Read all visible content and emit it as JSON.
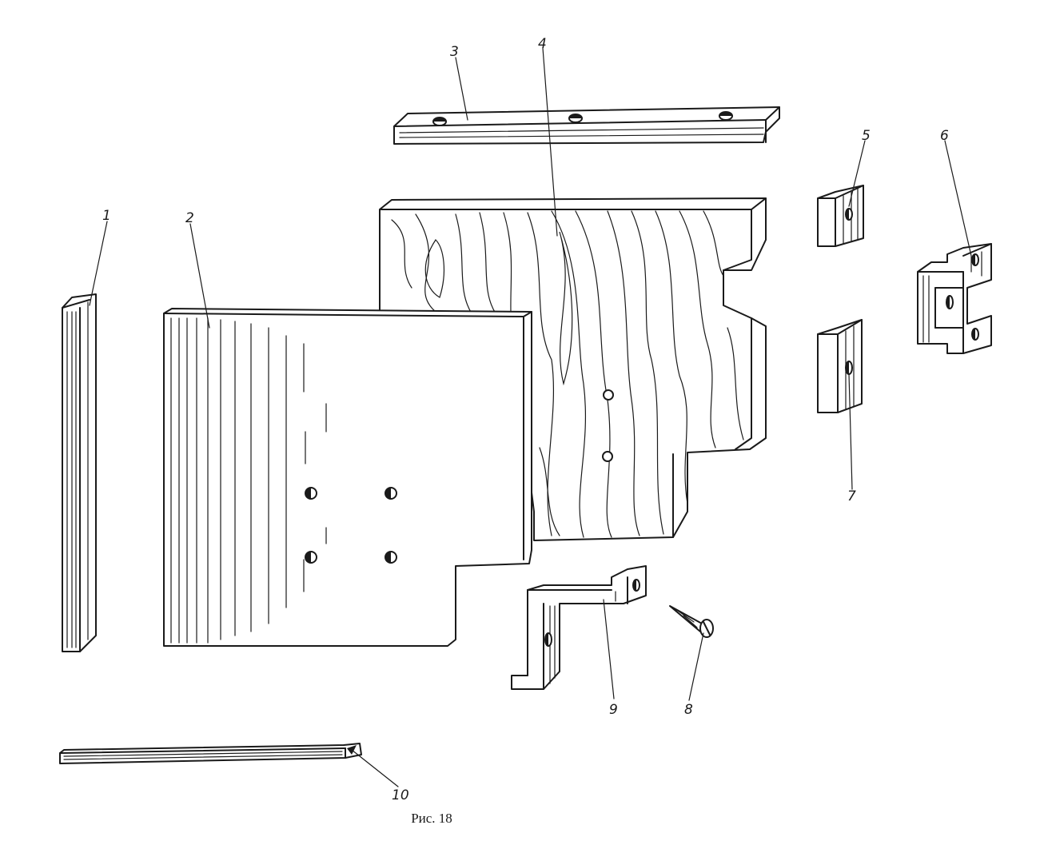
{
  "figure": {
    "caption": "Рис. 18",
    "part_labels": [
      "1",
      "2",
      "3",
      "4",
      "5",
      "6",
      "7",
      "8",
      "9",
      "10"
    ]
  }
}
